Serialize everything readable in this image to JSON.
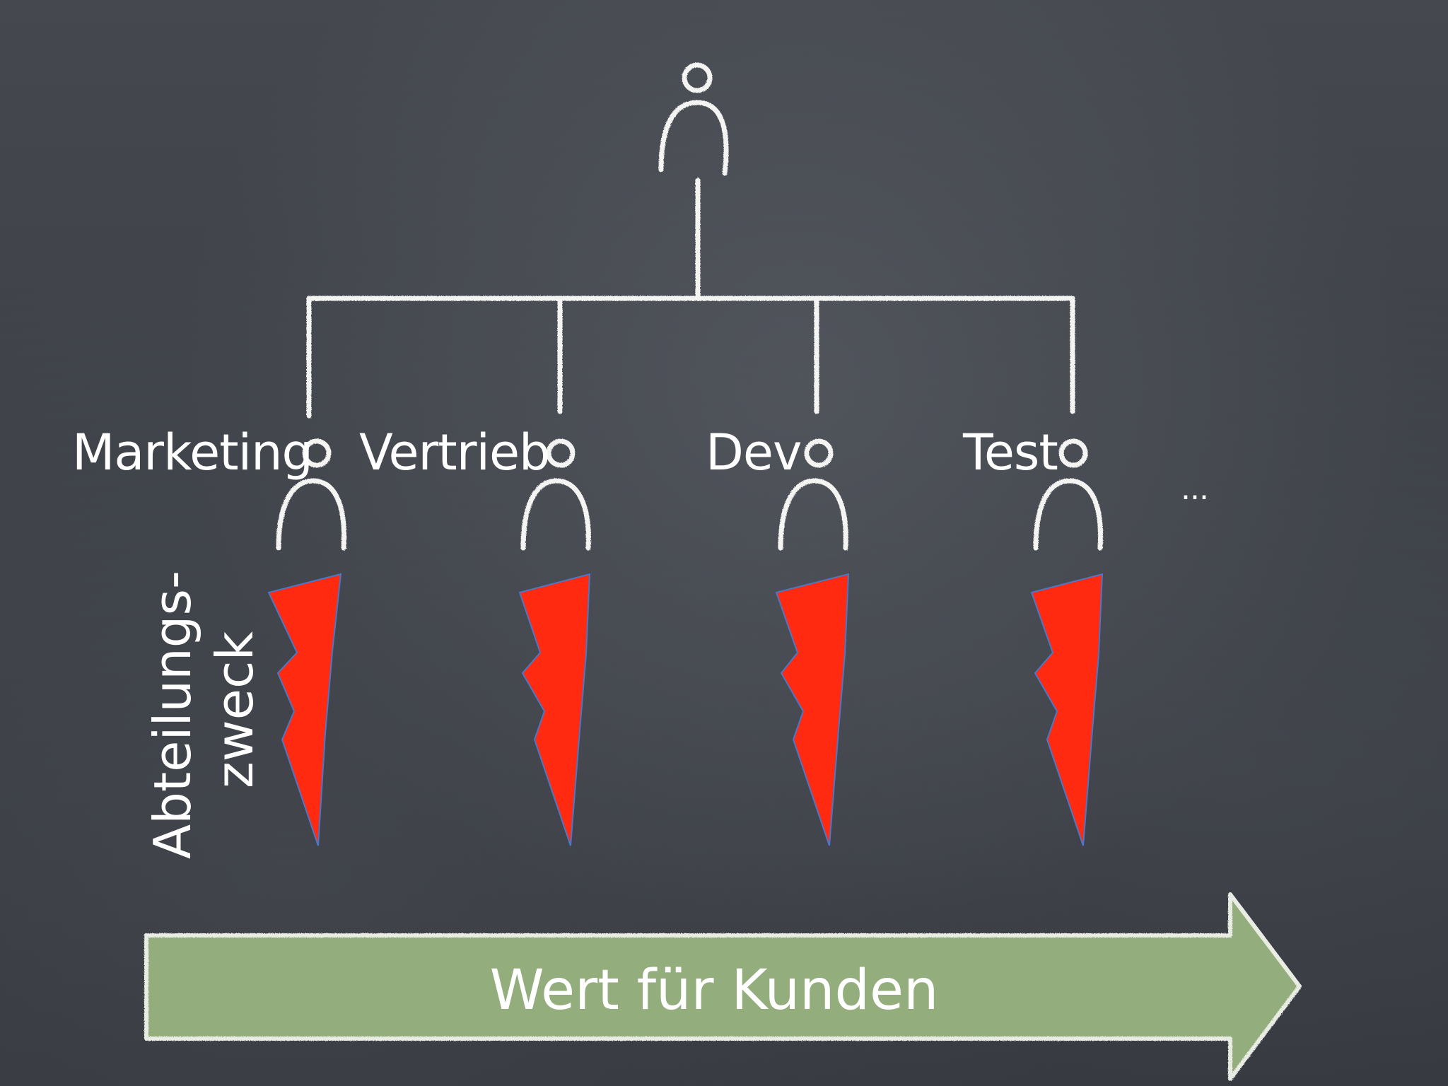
{
  "diagram": {
    "departments": [
      {
        "label": "Marketing"
      },
      {
        "label": "Vertrieb"
      },
      {
        "label": "Dev"
      },
      {
        "label": "Test"
      }
    ],
    "more_label": "...",
    "purpose_label_line1": "Abteilungs-",
    "purpose_label_line2": "zweck",
    "arrow_label": "Wert für Kunden",
    "colors": {
      "chalk": "#f4f4f2",
      "board": "#3e4148",
      "conflict": "#ff2a10",
      "arrow_fill": "#93ad7c",
      "arrow_stroke": "#e8ece2"
    },
    "icons": [
      "manager-figure-icon",
      "employee-figure-icon",
      "conflict-lightning-icon",
      "value-arrow-icon"
    ]
  }
}
